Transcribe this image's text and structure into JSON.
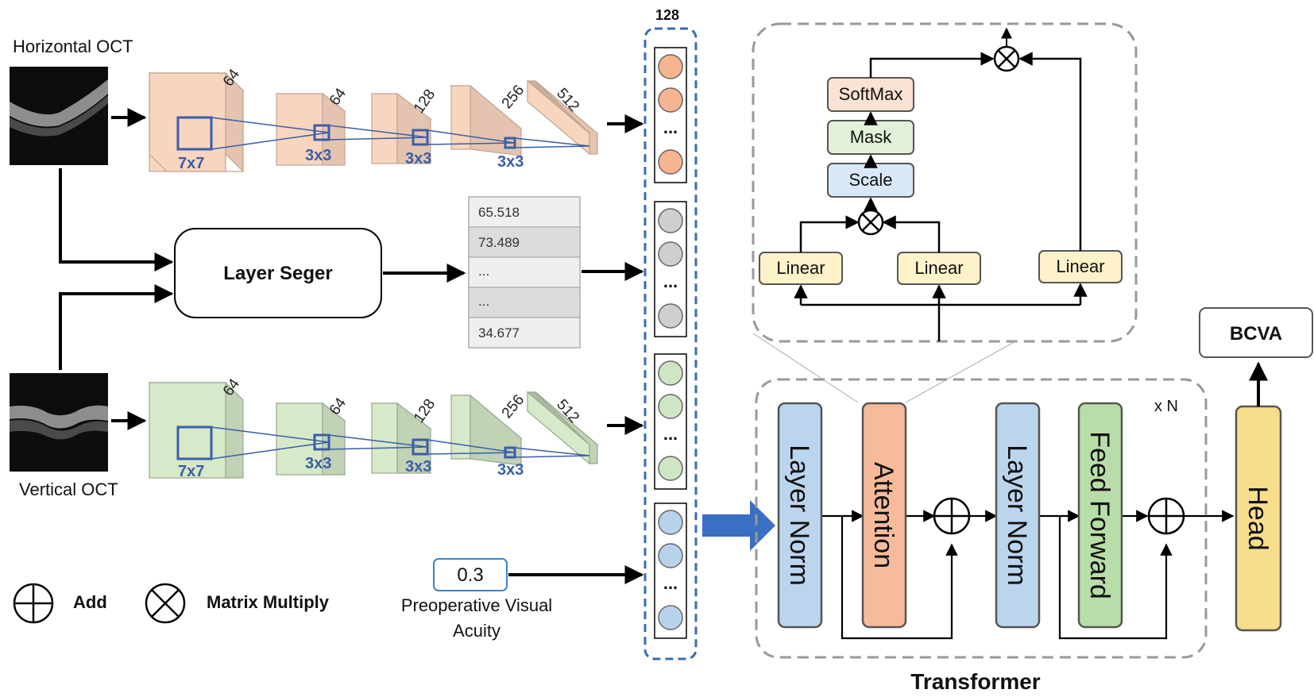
{
  "inputs": {
    "horizontal_label": "Horizontal OCT",
    "vertical_label": "Vertical OCT"
  },
  "cnn": {
    "channels": [
      "64",
      "64",
      "128",
      "256",
      "512"
    ],
    "kernels": [
      "7x7",
      "3x3",
      "3x3",
      "3x3"
    ],
    "horizontal_color": "#f8d5bf",
    "vertical_color": "#d6e9c9"
  },
  "layer_seger": {
    "label": "Layer Seger",
    "values": [
      "65.518",
      "73.489",
      "...",
      "...",
      "34.677"
    ]
  },
  "preop": {
    "value": "0.3",
    "label_line1": "Preoperative Visual",
    "label_line2": "Acuity"
  },
  "feature_vector": {
    "dim_label": "128",
    "dots": "...",
    "group_colors": [
      "#f6b48f",
      "#cfcfcf",
      "#cfe6c4",
      "#b8d2ec"
    ]
  },
  "attention_detail": {
    "softmax": "SoftMax",
    "mask": "Mask",
    "scale": "Scale",
    "linear": [
      "Linear",
      "Linear",
      "Linear"
    ]
  },
  "transformer": {
    "title": "Transformer",
    "repeat": "x N",
    "blocks": [
      "Layer Norm",
      "Attention",
      "Layer Norm",
      "Feed Forward"
    ],
    "block_colors": [
      "#bcd5ee",
      "#f6bb9b",
      "#bcd5ee",
      "#b9dda8"
    ],
    "head": "Head",
    "head_color": "#f8de8c",
    "output": "BCVA"
  },
  "legend": {
    "add": "Add",
    "matmul": "Matrix Multiply"
  }
}
